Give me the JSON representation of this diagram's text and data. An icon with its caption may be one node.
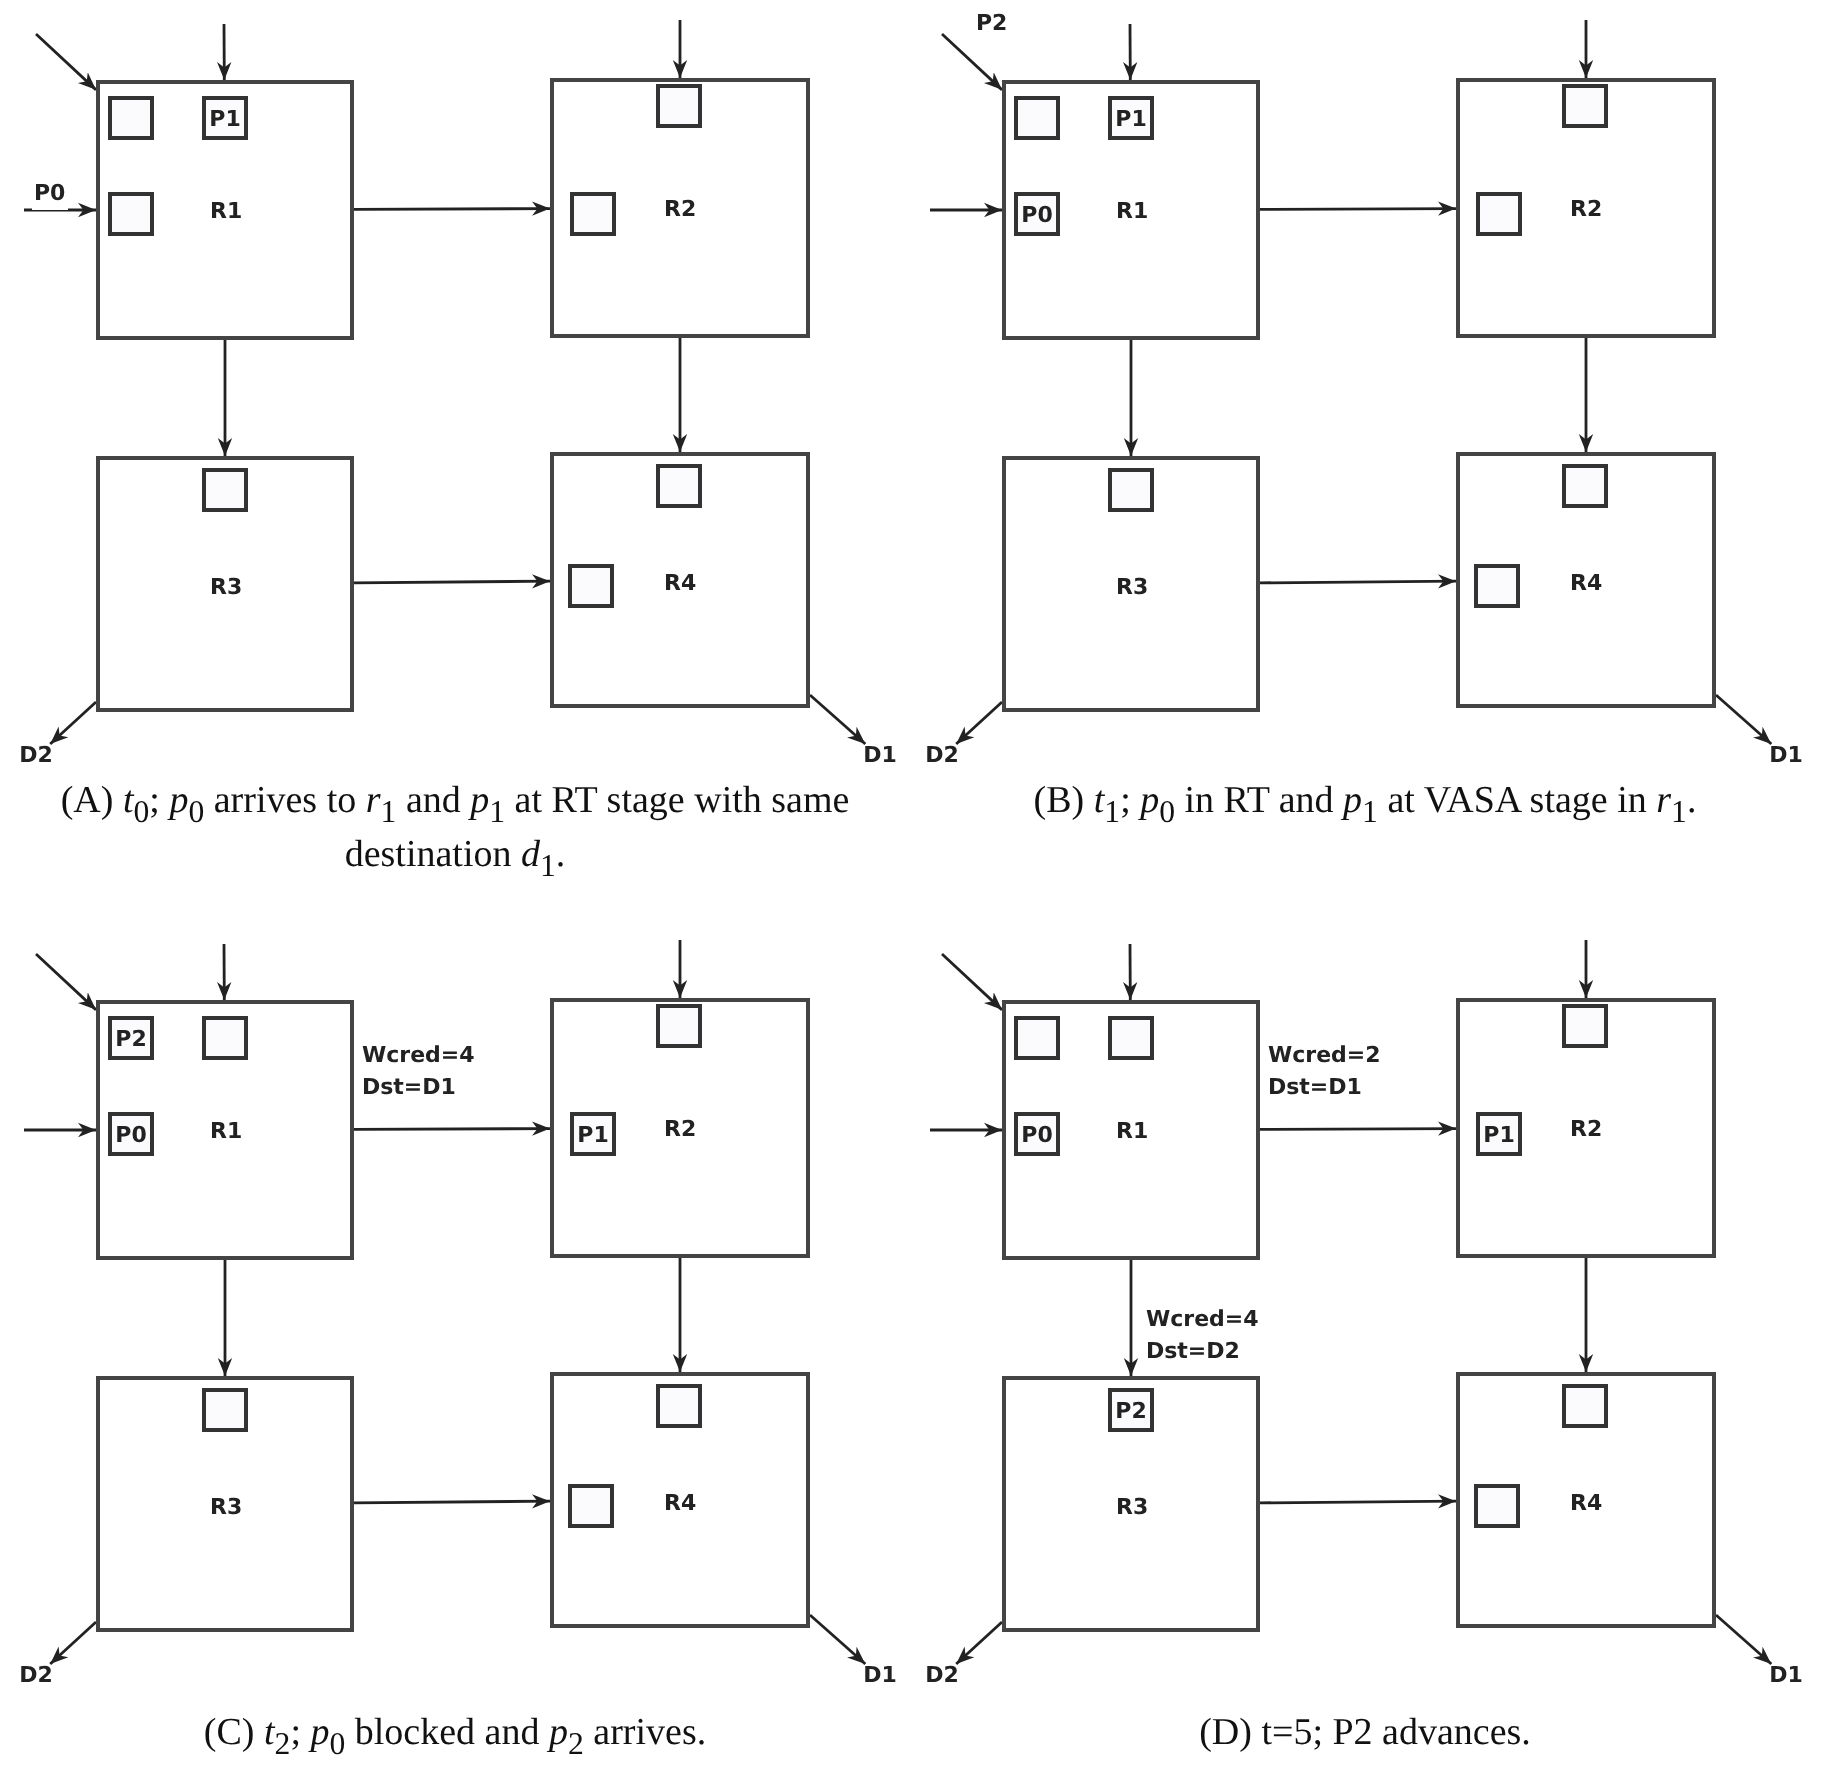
{
  "diagram": {
    "nodes": [
      {
        "text": [
          "R1"
        ]
      },
      {
        "text": [],
        "shape": "box",
        "in": 0
      },
      {
        "text": [
          "P1"
        ],
        "in": 0
      },
      {
        "text": [],
        "shape": "box",
        "in": 0
      },
      {
        "text": [
          "R2"
        ]
      },
      {
        "text": [],
        "shape": "box",
        "in": 4
      },
      {
        "text": [],
        "shape": "box",
        "in": 4
      },
      {
        "text": [
          "R3"
        ]
      },
      {
        "text": [],
        "shape": "box",
        "in": 7
      },
      {
        "text": [
          "R4"
        ]
      },
      {
        "text": [],
        "shape": "box",
        "in": 9
      },
      {
        "text": [],
        "shape": "box",
        "in": 9
      },
      {
        "text": [
          "D2"
        ]
      },
      {
        "text": [
          "D1"
        ]
      },
      {
        "text": [
          "R1"
        ]
      },
      {
        "text": [],
        "shape": "box",
        "in": 14
      },
      {
        "text": [
          "P1"
        ],
        "in": 14
      },
      {
        "text": [
          "P0"
        ],
        "in": 14
      },
      {
        "text": [
          "R2"
        ]
      },
      {
        "text": [],
        "shape": "box",
        "in": 18
      },
      {
        "text": [],
        "shape": "box",
        "in": 18
      },
      {
        "text": [
          "R3"
        ]
      },
      {
        "text": [],
        "shape": "box",
        "in": 21
      },
      {
        "text": [
          "R4"
        ]
      },
      {
        "text": [],
        "shape": "box",
        "in": 23
      },
      {
        "text": [],
        "shape": "box",
        "in": 23
      },
      {
        "text": [
          "D2"
        ]
      },
      {
        "text": [
          "D1"
        ]
      },
      {
        "text": [
          "R1"
        ]
      },
      {
        "text": [
          "P2"
        ],
        "in": 28
      },
      {
        "text": [],
        "shape": "box",
        "in": 28
      },
      {
        "text": [
          "P0"
        ],
        "in": 28
      },
      {
        "text": [
          "R2"
        ]
      },
      {
        "text": [],
        "shape": "box",
        "in": 32
      },
      {
        "text": [
          "P1"
        ],
        "in": 32
      },
      {
        "text": [
          "R3"
        ]
      },
      {
        "text": [],
        "shape": "box",
        "in": 35
      },
      {
        "text": [
          "R4"
        ]
      },
      {
        "text": [],
        "shape": "box",
        "in": 37
      },
      {
        "text": [],
        "shape": "box",
        "in": 37
      },
      {
        "text": [
          "D2"
        ]
      },
      {
        "text": [
          "D1"
        ]
      },
      {
        "text": [
          "R1"
        ]
      },
      {
        "text": [],
        "shape": "box",
        "in": 42
      },
      {
        "text": [],
        "shape": "box",
        "in": 42
      },
      {
        "text": [
          "P0"
        ],
        "in": 42
      },
      {
        "text": [
          "R2"
        ]
      },
      {
        "text": [],
        "shape": "box",
        "in": 46
      },
      {
        "text": [
          "P1"
        ],
        "in": 46
      },
      {
        "text": [
          "R3"
        ]
      },
      {
        "text": [
          "P2"
        ],
        "in": 49
      },
      {
        "text": [
          "R4"
        ]
      },
      {
        "text": [],
        "shape": "box",
        "in": 51
      },
      {
        "text": [],
        "shape": "box",
        "in": 51
      },
      {
        "text": [
          "D2"
        ]
      },
      {
        "text": [
          "D1"
        ]
      }
    ],
    "edges": [
      {
        "from": null,
        "to": 0,
        "arrow": "to"
      },
      {
        "from": null,
        "to": 0,
        "arrow": "to"
      },
      {
        "from": null,
        "to": 0,
        "arrow": "to",
        "label": "P0"
      },
      {
        "from": null,
        "to": 4,
        "arrow": "to"
      },
      {
        "from": 0,
        "to": 4,
        "arrow": "to"
      },
      {
        "from": 0,
        "to": 7,
        "arrow": "to"
      },
      {
        "from": 4,
        "to": 9,
        "arrow": "to"
      },
      {
        "from": 7,
        "to": 9,
        "arrow": "to"
      },
      {
        "from": 7,
        "to": 12,
        "arrow": "to"
      },
      {
        "from": 9,
        "to": 13,
        "arrow": "to"
      },
      {
        "from": null,
        "to": 14,
        "arrow": "to",
        "label": "P2"
      },
      {
        "from": null,
        "to": 14,
        "arrow": "to"
      },
      {
        "from": null,
        "to": 14,
        "arrow": "to"
      },
      {
        "from": null,
        "to": 18,
        "arrow": "to"
      },
      {
        "from": 14,
        "to": 18,
        "arrow": "to"
      },
      {
        "from": 14,
        "to": 21,
        "arrow": "to"
      },
      {
        "from": 18,
        "to": 23,
        "arrow": "to"
      },
      {
        "from": 21,
        "to": 23,
        "arrow": "to"
      },
      {
        "from": 21,
        "to": 26,
        "arrow": "to"
      },
      {
        "from": 23,
        "to": 27,
        "arrow": "to"
      },
      {
        "from": null,
        "to": 28,
        "arrow": "to"
      },
      {
        "from": null,
        "to": 28,
        "arrow": "to"
      },
      {
        "from": null,
        "to": 28,
        "arrow": "to"
      },
      {
        "from": null,
        "to": 32,
        "arrow": "to"
      },
      {
        "from": 28,
        "to": 32,
        "arrow": "to",
        "label": "Wcred=4 Dst=D1"
      },
      {
        "from": 28,
        "to": 35,
        "arrow": "to"
      },
      {
        "from": 32,
        "to": 37,
        "arrow": "to"
      },
      {
        "from": 35,
        "to": 37,
        "arrow": "to"
      },
      {
        "from": 35,
        "to": 40,
        "arrow": "to"
      },
      {
        "from": 37,
        "to": 41,
        "arrow": "to"
      },
      {
        "from": null,
        "to": 42,
        "arrow": "to"
      },
      {
        "from": null,
        "to": 42,
        "arrow": "to"
      },
      {
        "from": null,
        "to": 42,
        "arrow": "to"
      },
      {
        "from": null,
        "to": 46,
        "arrow": "to"
      },
      {
        "from": 42,
        "to": 46,
        "arrow": "to",
        "label": "Wcred=2 Dst=D1"
      },
      {
        "from": 42,
        "to": 49,
        "arrow": "to",
        "label": "Wcred=4 Dst=D2"
      },
      {
        "from": 46,
        "to": 51,
        "arrow": "to"
      },
      {
        "from": 49,
        "to": 51,
        "arrow": "to"
      },
      {
        "from": 49,
        "to": 54,
        "arrow": "to"
      },
      {
        "from": 51,
        "to": 55,
        "arrow": "to"
      }
    ],
    "labels": [
      "(A) *t*$_{0}$; *p*$_{0}$ arrives to *r*$_{1}$ and *p*$_{1}$ at RT stage with same destination *d*$_{1}$.",
      "(B) *t*$_{1}$; *p*$_{0}$ in RT and *p*$_{1}$ at VASA stage in *r*$_{1}$.",
      "(C) *t*$_{2}$; *p*$_{0}$ blocked and *p*$_{2}$ arrives.",
      "(D) t=5; P2 advances."
    ]
  }
}
